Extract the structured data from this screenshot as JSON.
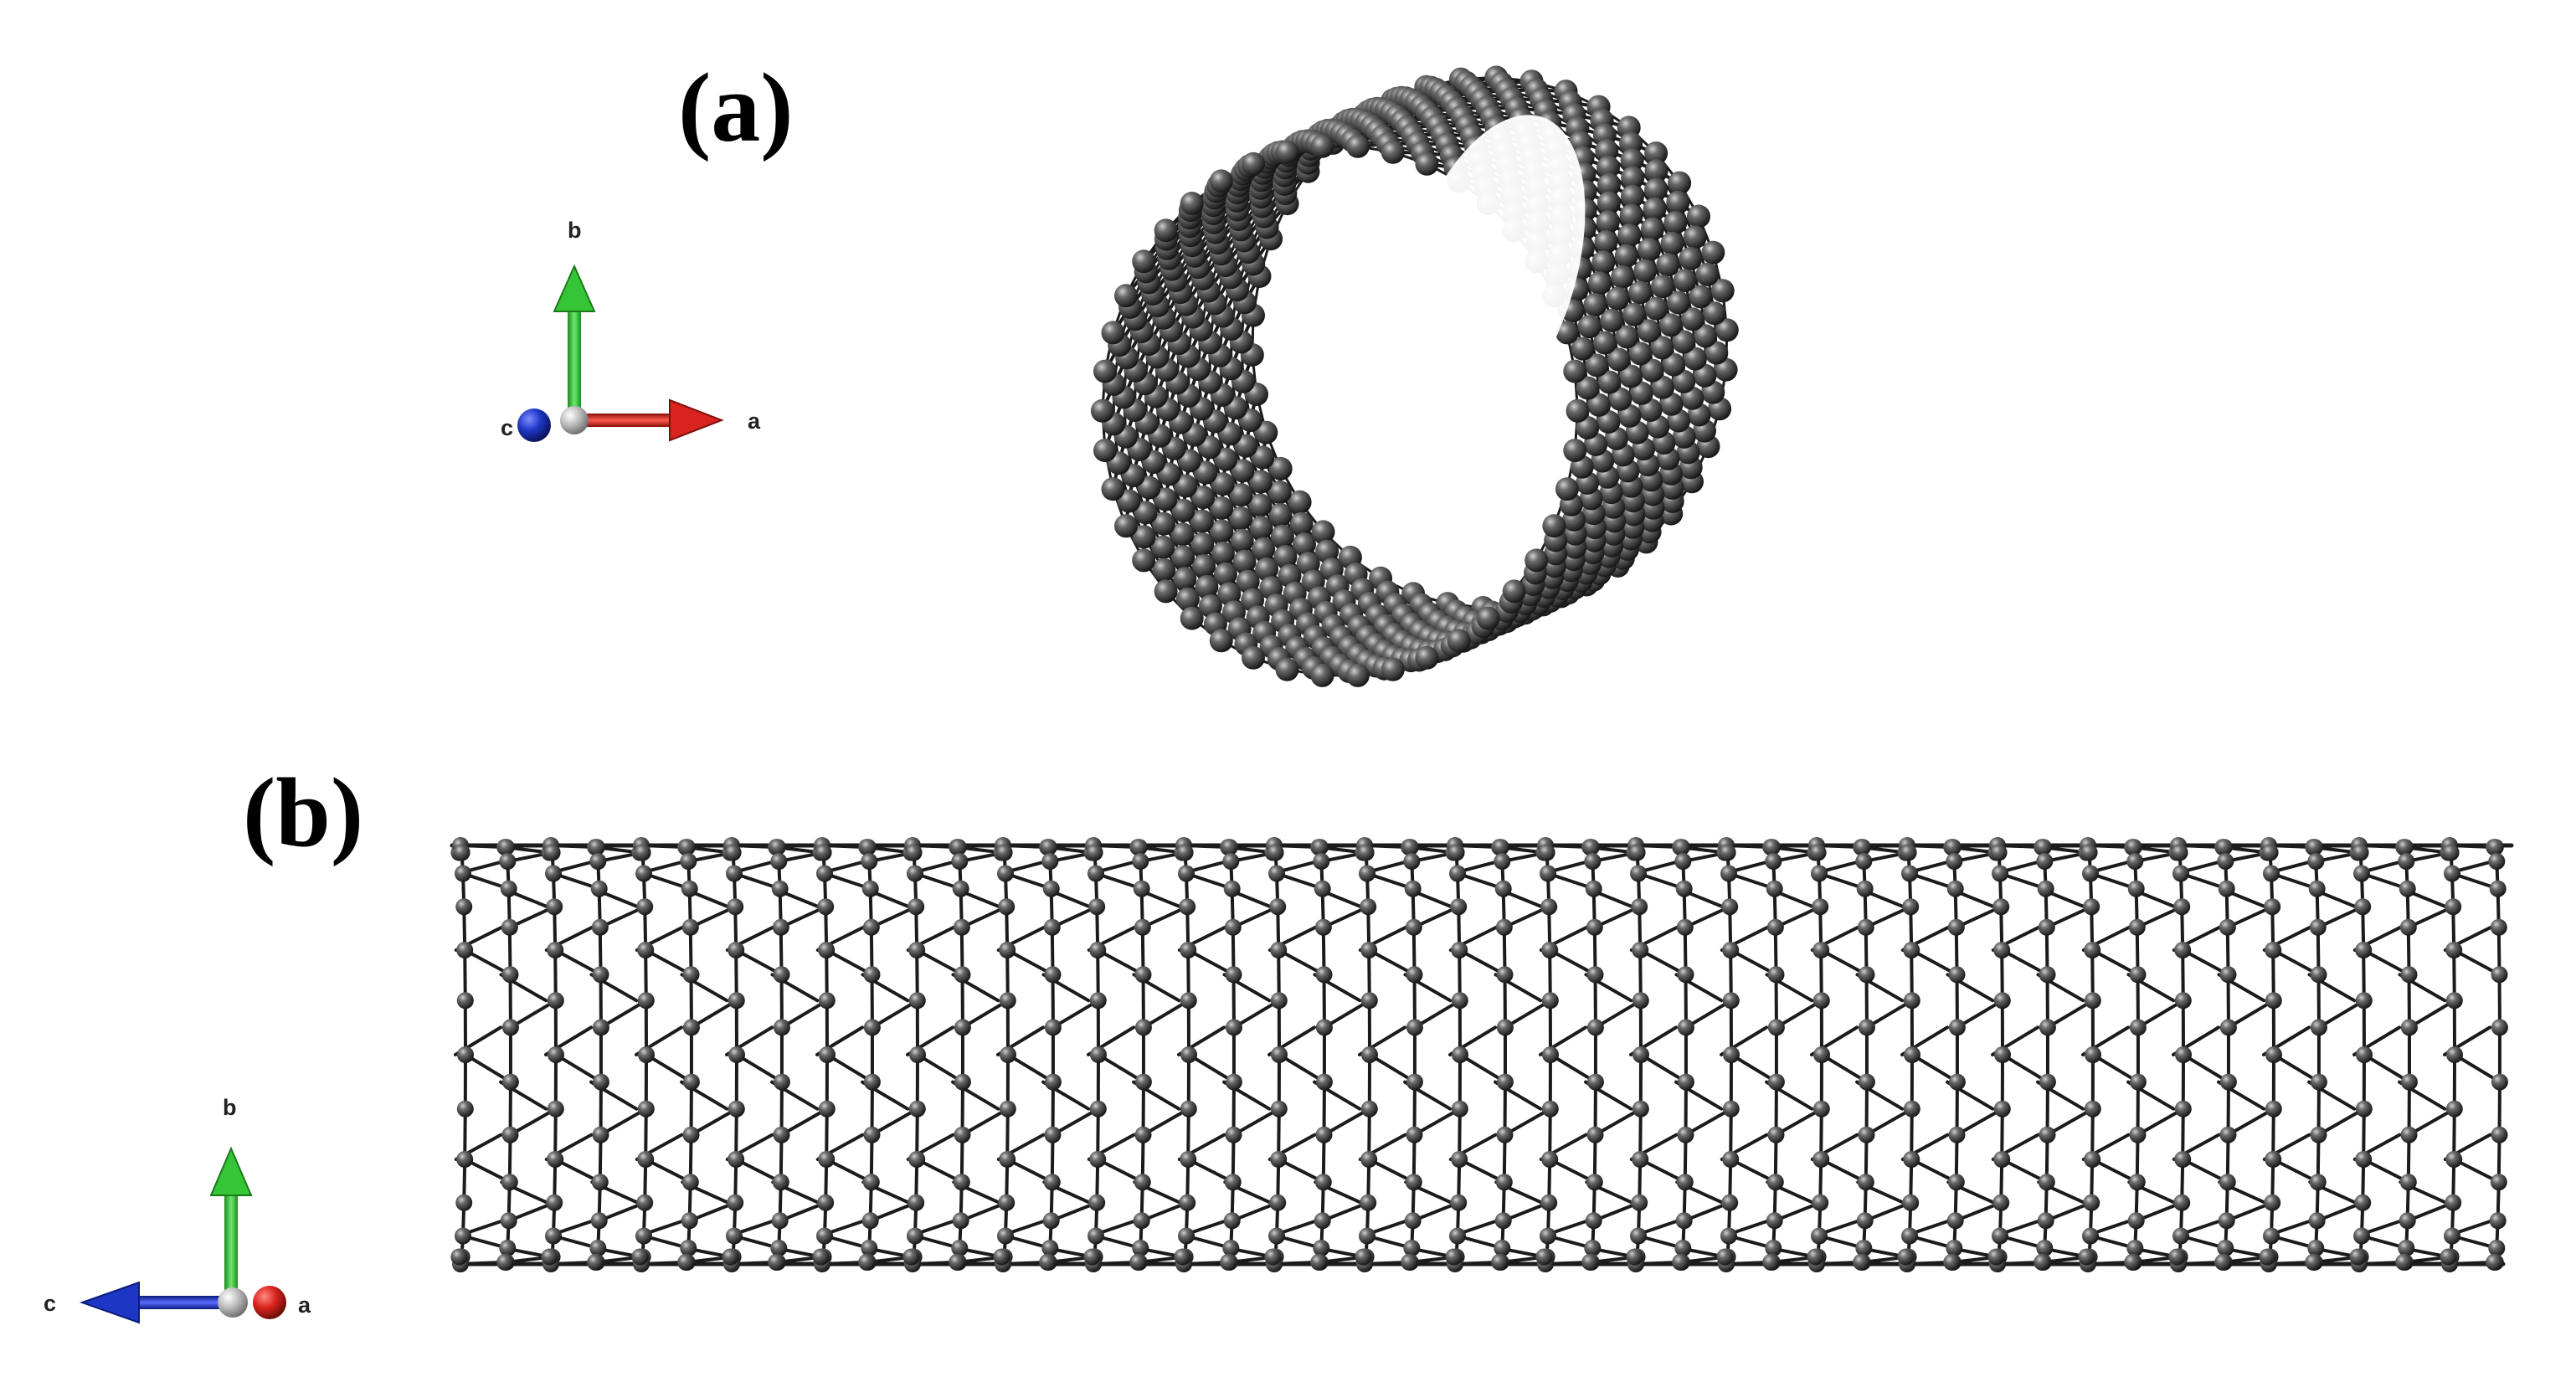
{
  "panels": [
    {
      "label": "(a)",
      "view": "end-on (tilted)",
      "axes": {
        "a": "a",
        "b": "b",
        "c": "c"
      },
      "colors": {
        "a": "#d9231e",
        "b": "#2fbf2f",
        "c": "#1d36c4"
      }
    },
    {
      "label": "(b)",
      "view": "side",
      "axes": {
        "a": "a",
        "b": "b",
        "c": "c"
      },
      "colors": {
        "a": "#d9231e",
        "b": "#2fbf2f",
        "c": "#1d36c4"
      }
    }
  ],
  "colors": {
    "atom": "#3a3a3a",
    "atom_highlight": "#c8c8c8",
    "bond": "#1b1b1b",
    "background": "#ffffff"
  },
  "icons": {
    "axis_origin": "gray-sphere",
    "axis_arrow_end": "colored-cone"
  }
}
